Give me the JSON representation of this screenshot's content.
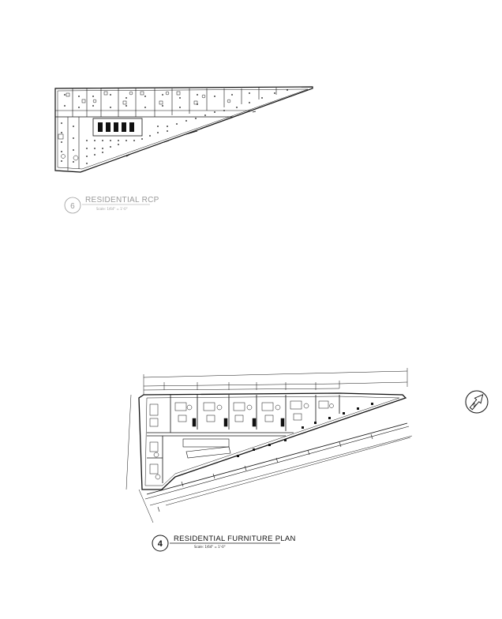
{
  "drawing_top": {
    "number": "6",
    "title": "RESIDENTIAL RCP",
    "scale": "Scale: 1/64\" = 1'-0\""
  },
  "drawing_bottom": {
    "number": "4",
    "title": "RESIDENTIAL FURNITURE  PLAN",
    "scale": "Scale: 1/64\" = 1'-0\""
  },
  "north_arrow": {
    "label": "N"
  },
  "colors": {
    "line": "#111111",
    "title_gray": "#9a9a9a",
    "title_dark": "#111111"
  }
}
